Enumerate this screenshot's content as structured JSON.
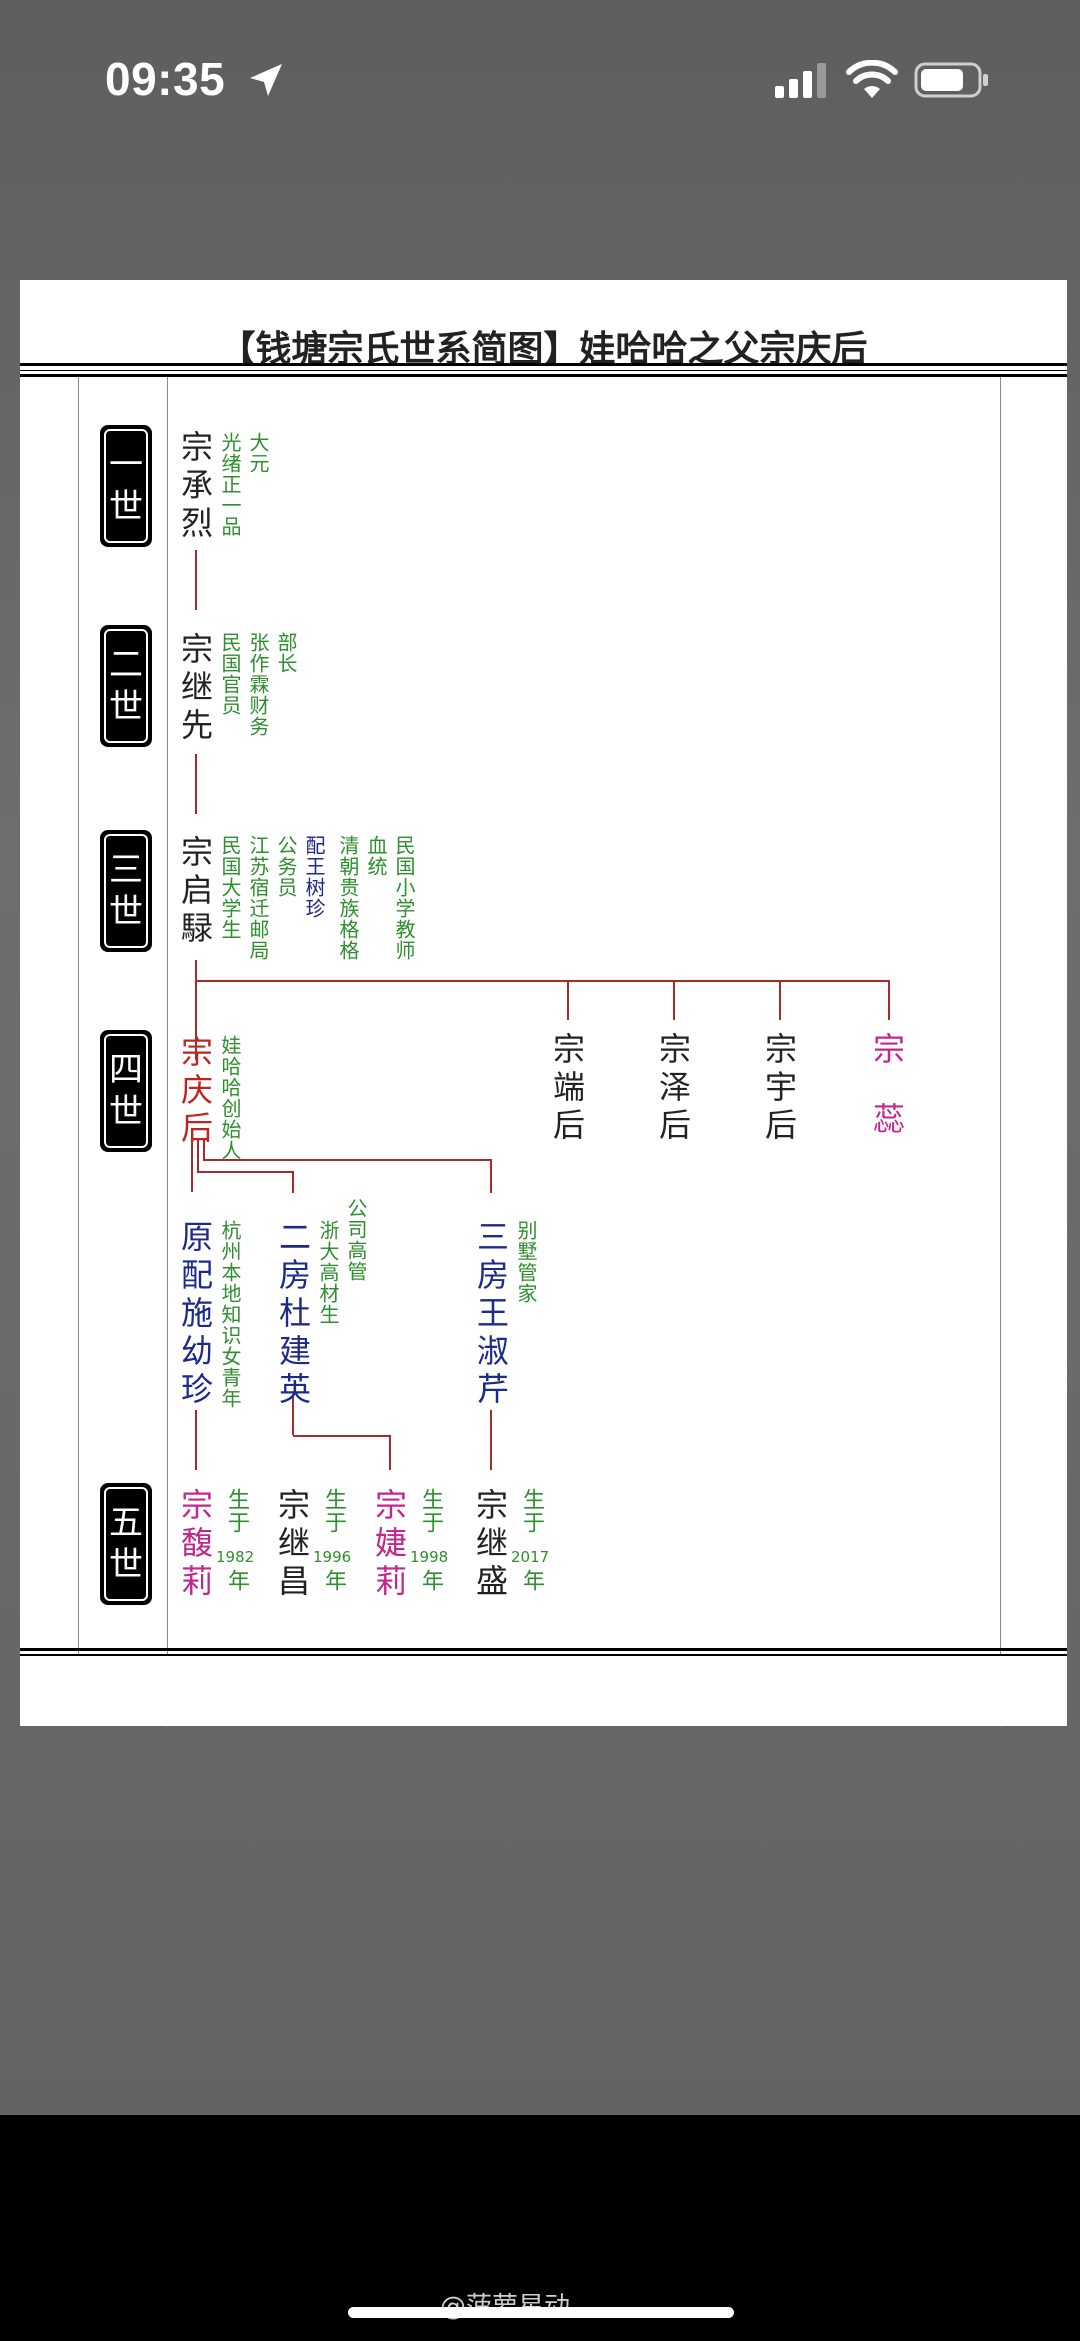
{
  "status": {
    "time": "09:35"
  },
  "doc": {
    "title": "【钱塘宗氏世系简图】娃哈哈之父宗庆后",
    "generations": [
      [
        "一",
        "世"
      ],
      [
        "二",
        "世"
      ],
      [
        "三",
        "世"
      ],
      [
        "四",
        "世"
      ],
      [
        "五",
        "世"
      ]
    ],
    "people": {
      "g1_name": "宗承烈",
      "g1_note_a": "光绪正一品",
      "g1_note_b": "大元",
      "g2_name": "宗继先",
      "g2_note_a": "民国官员",
      "g2_note_b": "张作霖财务",
      "g2_note_c": "部长",
      "g3_name": "宗启騄",
      "g3_note_a": "民国大学生",
      "g3_note_b": "江苏宿迁邮局",
      "g3_note_c": "公务员",
      "g3_note_d": "配王树珍",
      "g3_note_e": "清朝贵族格格",
      "g3_note_f": "血统",
      "g3_note_g": "民国小学教师",
      "g4_name": "宗庆后",
      "g4_note": "娃哈哈创始人",
      "sib1": "宗端后",
      "sib2": "宗泽后",
      "sib3": "宗宇后",
      "sib4_a": "宗",
      "sib4_b": "蕊",
      "wife1": "原配施幼珍",
      "wife1_note": "杭州本地知识女青年",
      "wife2": "二房杜建英",
      "wife2_note_a": "浙大高材生",
      "wife2_note_b": "公司高管",
      "wife3": "三房王淑芹",
      "wife3_note": "别墅管家",
      "child1": "宗馥莉",
      "child2": "宗继昌",
      "child3": "宗婕莉",
      "child4": "宗继盛",
      "born_a": "生于",
      "born_b": "年",
      "year1": "1982",
      "year2": "1996",
      "year3": "1998",
      "year4": "2017"
    }
  },
  "watermark": "@菠萝星动",
  "colors": {
    "line": "#a62b2b",
    "note": "#2e8f2e",
    "blue": "#1c2a8c",
    "pink": "#c2278e",
    "red": "#c0241f"
  }
}
